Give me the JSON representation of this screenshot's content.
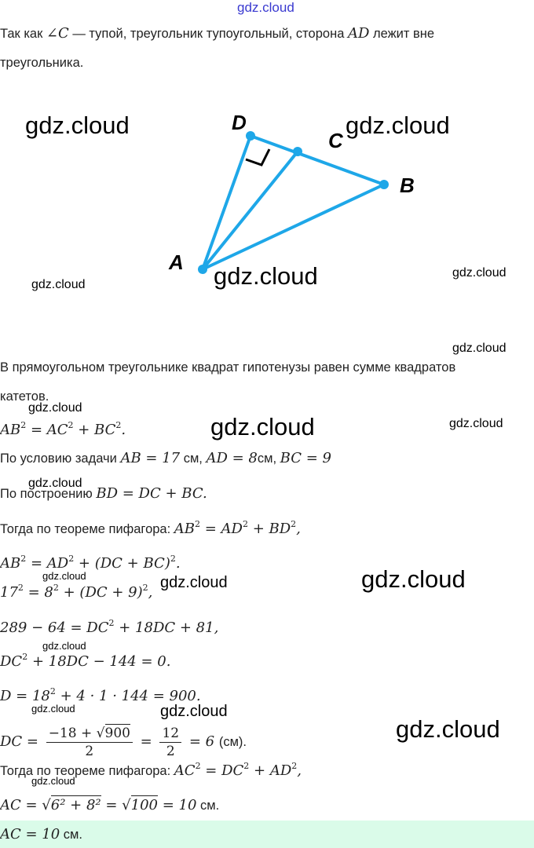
{
  "watermarks": {
    "top": "gdz.cloud",
    "large": "gdz.cloud",
    "small": "gdz.cloud"
  },
  "diagram": {
    "labels": {
      "D": "D",
      "C": "C",
      "B": "B",
      "A": "A"
    },
    "line_color": "#1ea7e8"
  },
  "lines": [
    [
      {
        "t": "Так как "
      },
      {
        "m": "∠C"
      },
      {
        "t": " — тупой, треугольник тупоугольный, сторона "
      },
      {
        "m": "AD"
      },
      {
        "t": " лежит вне"
      }
    ],
    [
      {
        "t": "треугольника."
      }
    ],
    [
      {
        "t": "В прямоугольном треугольнике квадрат гипотенузы равен сумме квадратов"
      }
    ],
    [
      {
        "t": "катетов."
      }
    ],
    [
      {
        "m": "AB"
      },
      {
        "s": "2"
      },
      {
        "m": " = AC"
      },
      {
        "s": "2"
      },
      {
        "m": " + BC"
      },
      {
        "s": "2"
      },
      {
        "m": "."
      }
    ],
    [
      {
        "t": "По условию задачи "
      },
      {
        "m": "AB = 17"
      },
      {
        "t": " см, "
      },
      {
        "m": "AD = 8"
      },
      {
        "t": "см, "
      },
      {
        "m": "BC = 9"
      }
    ],
    [
      {
        "t": "По построению "
      },
      {
        "m": "BD = DC + BC."
      }
    ],
    [
      {
        "t": "Тогда по теореме пифагора: "
      },
      {
        "m": "AB"
      },
      {
        "s": "2"
      },
      {
        "m": " = AD"
      },
      {
        "s": "2"
      },
      {
        "m": " + BD"
      },
      {
        "s": "2"
      },
      {
        "m": ","
      }
    ],
    [
      {
        "m": "AB"
      },
      {
        "s": "2"
      },
      {
        "m": " = AD"
      },
      {
        "s": "2"
      },
      {
        "m": " + (DC + BC)"
      },
      {
        "s": "2"
      },
      {
        "m": "."
      }
    ],
    [
      {
        "m": "17"
      },
      {
        "s": "2"
      },
      {
        "m": " = 8"
      },
      {
        "s": "2"
      },
      {
        "m": " + (DC + 9)"
      },
      {
        "s": "2"
      },
      {
        "m": ","
      }
    ],
    [
      {
        "m": "289 − 64 = DC"
      },
      {
        "s": "2"
      },
      {
        "m": " + 18DC + 81,"
      }
    ],
    [
      {
        "m": "DC"
      },
      {
        "s": "2"
      },
      {
        "m": " + 18DC − 144 = 0."
      }
    ],
    [
      {
        "m": "D = 18"
      },
      {
        "s": "2"
      },
      {
        "m": " + 4 · 1 · 144 = 900."
      }
    ],
    [
      {
        "m": "DC = "
      },
      {
        "fn": "−18 + √",
        "fr": "900",
        "fd": "2"
      },
      {
        "m": " = "
      },
      {
        "fn": "12",
        "fd": "2"
      },
      {
        "m": " = 6 "
      },
      {
        "t": "(см)."
      }
    ],
    [
      {
        "t": "Тогда по теореме пифагора: "
      },
      {
        "m": "AC"
      },
      {
        "s": "2"
      },
      {
        "m": " = DC"
      },
      {
        "s": "2"
      },
      {
        "m": " + AD"
      },
      {
        "s": "2"
      },
      {
        "m": ","
      }
    ],
    [
      {
        "m": "AC = √"
      },
      {
        "r": "6² + 8²"
      },
      {
        "m": " = √"
      },
      {
        "r": "100"
      },
      {
        "m": " = 10"
      },
      {
        "t": " см."
      }
    ]
  ],
  "answer": [
    {
      "m": "AC = 10"
    },
    {
      "t": " см."
    }
  ]
}
